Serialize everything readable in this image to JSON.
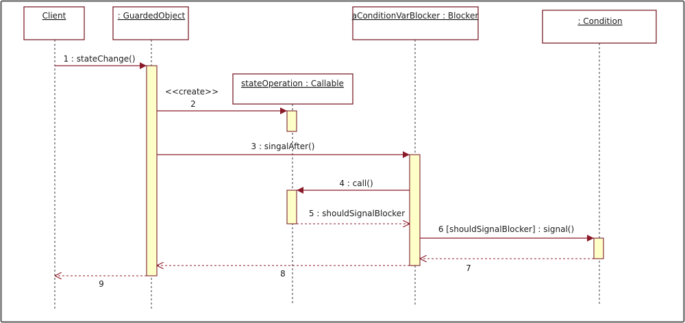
{
  "diagram": {
    "type": "uml-sequence",
    "colors": {
      "border": "#5a5a5a",
      "lifeline_box_stroke": "#7a1f2a",
      "arrow": "#8b1a28",
      "activation_fill": "#ffffc8",
      "lifeline_dash": "#333333"
    },
    "lifelines": [
      {
        "id": "client",
        "label": "Client"
      },
      {
        "id": "guarded",
        "label": ": GuardedObject"
      },
      {
        "id": "stateop",
        "label": "stateOperation : Callable"
      },
      {
        "id": "blocker",
        "label": "aConditionVarBlocker : Blocker"
      },
      {
        "id": "condition",
        "label": ": Condition"
      }
    ],
    "messages": [
      {
        "id": "m1",
        "label": "1 : stateChange()",
        "from": "client",
        "to": "guarded",
        "kind": "sync"
      },
      {
        "id": "m2",
        "stereotype": "<<create>>",
        "label": "2",
        "from": "guarded",
        "to": "stateop",
        "kind": "create"
      },
      {
        "id": "m3",
        "label": "3 : singalAfter()",
        "from": "guarded",
        "to": "blocker",
        "kind": "sync"
      },
      {
        "id": "m4",
        "label": "4 : call()",
        "from": "blocker",
        "to": "stateop",
        "kind": "sync"
      },
      {
        "id": "m5",
        "label": "5 : shouldSignalBlocker",
        "from": "stateop",
        "to": "blocker",
        "kind": "return"
      },
      {
        "id": "m6",
        "label": "6 [shouldSignalBlocker] : signal()",
        "from": "blocker",
        "to": "condition",
        "kind": "sync"
      },
      {
        "id": "m7",
        "label": "7",
        "from": "condition",
        "to": "blocker",
        "kind": "return"
      },
      {
        "id": "m8",
        "label": "8",
        "from": "blocker",
        "to": "guarded",
        "kind": "return"
      },
      {
        "id": "m9",
        "label": "9",
        "from": "guarded",
        "to": "client",
        "kind": "return"
      }
    ]
  }
}
